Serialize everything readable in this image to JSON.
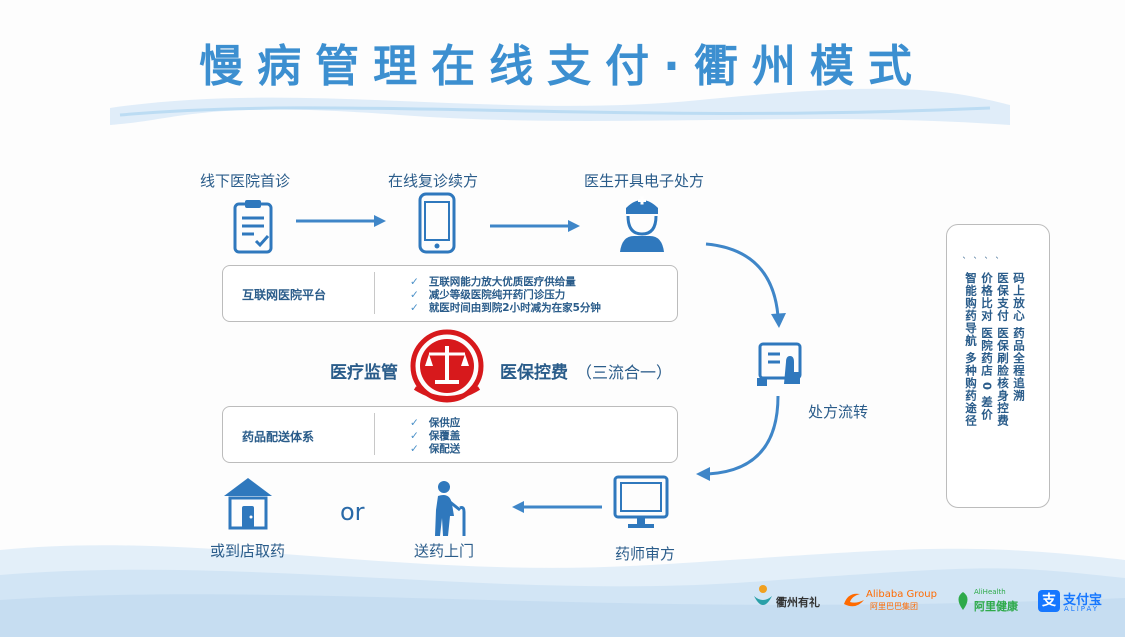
{
  "title": "慢病管理在线支付·衢州模式",
  "steps": {
    "step1": "线下医院首诊",
    "step2": "在线复诊续方",
    "step3": "医生开具电子处方",
    "step4": "处方流转",
    "step5": "药师审方",
    "step6": "送药上门",
    "step7": "或到店取药"
  },
  "or_text": "or",
  "platform_box": {
    "name": "互联网医院平台",
    "items": [
      "互联网能力放大优质医疗供给量",
      "减少等级医院纯开药门诊压力",
      "就医时间由到院2小时减为在家5分钟"
    ]
  },
  "center": {
    "left": "医疗监管",
    "right": "医保控费",
    "note": "（三流合一）"
  },
  "delivery_box": {
    "name": "药品配送体系",
    "items": [
      "保供应",
      "保覆盖",
      "保配送"
    ]
  },
  "side_panel": {
    "columns": [
      "码上放心  药品全程追溯",
      "医保支付  医保刷脸核身控费",
      "价格比对  医院药店 0 差价",
      "智能购药导航  多种购药途径"
    ]
  },
  "logos": {
    "quzhou": "衢州有礼",
    "alibaba": "Alibaba Group",
    "alibaba_cn": "阿里巴巴集团",
    "alihealth_en": "AliHealth",
    "alihealth": "阿里健康",
    "alipay": "支付宝",
    "alipay_en": "ALIPAY"
  },
  "colors": {
    "primary": "#3c8fd0",
    "text": "#2a5c8a",
    "red": "#d7191c"
  }
}
